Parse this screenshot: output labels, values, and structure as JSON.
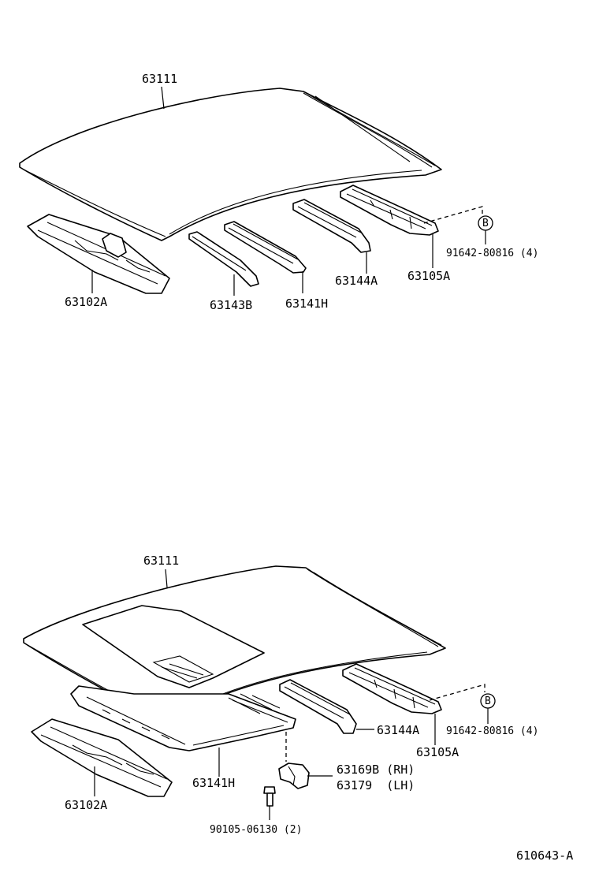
{
  "diagram_top": {
    "roof_panel": "63111",
    "front_header": "63102A",
    "bow_1": "63143B",
    "bow_2": "63141H",
    "bow_3": "63144A",
    "rear_header": "63105A",
    "fastener": "91642-80816 (4)",
    "ref_marker": "B"
  },
  "diagram_bottom": {
    "roof_panel": "63111",
    "front_header": "63102A",
    "sunroof_reinforcement": "63141H",
    "bow_3": "63144A",
    "rear_header": "63105A",
    "fastener": "91642-80816 (4)",
    "ref_marker": "B",
    "bracket_rh": "63169B (RH)",
    "bracket_lh": "63179  (LH)",
    "bolt": "90105-06130 (2)"
  },
  "figure_id": "610643-A"
}
